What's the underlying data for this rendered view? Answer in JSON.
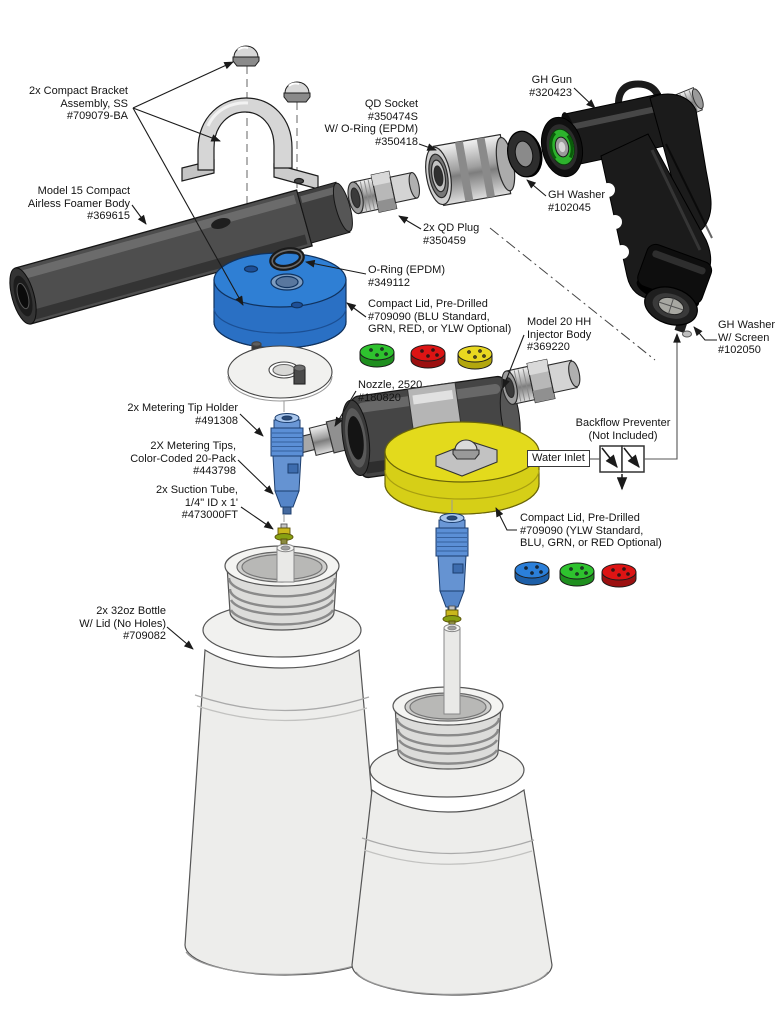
{
  "diagram": {
    "title": "Airless foamer exploded parts diagram",
    "labels": {
      "bracket": {
        "text": "2x Compact Bracket\nAssembly, SS\n#709079-BA"
      },
      "foamer_body": {
        "text": "Model 15 Compact\nAirless Foamer Body\n#369615"
      },
      "qd_socket": {
        "text": "QD Socket\n#350474S\nW/ O-Ring (EPDM)\n#350418"
      },
      "gh_gun": {
        "text": "GH Gun\n#320423"
      },
      "gh_washer": {
        "text": "GH Washer\n#102045"
      },
      "qd_plug": {
        "text": "2x QD Plug\n#350459"
      },
      "o_ring": {
        "text": "O-Ring (EPDM)\n#349112"
      },
      "compact_lid_blu": {
        "text": "Compact Lid, Pre-Drilled\n#709090 (BLU Standard,\nGRN, RED, or YLW Optional)"
      },
      "injector_body": {
        "text": "Model 20 HH\nInjector Body\n#369220"
      },
      "nozzle": {
        "text": "Nozzle, 2520\n#180820"
      },
      "metering_tip_holder": {
        "text": "2x Metering Tip Holder\n#491308"
      },
      "metering_tips": {
        "text": "2X Metering Tips,\nColor-Coded 20-Pack\n#443798"
      },
      "suction_tube": {
        "text": "2x Suction Tube,\n1/4\" ID x 1'\n#473000FT"
      },
      "gh_washer_screen": {
        "text": "GH Washer\nW/ Screen\n#102050"
      },
      "backflow": {
        "text": "Backflow Preventer\n(Not Included)"
      },
      "water_inlet": {
        "text": "Water Inlet"
      },
      "compact_lid_ylw": {
        "text": "Compact Lid, Pre-Drilled\n#709090 (YLW Standard,\nBLU, GRN, or RED Optional)"
      },
      "bottle": {
        "text": "2x 32oz Bottle\nW/ Lid (No Holes)\n#709082"
      }
    },
    "colors": {
      "lid_blue": "#2f7fd4",
      "lid_yellow": "#e3da1c",
      "gun_green_ring": "#2db32d",
      "mini_green": "#2ec22e",
      "mini_red": "#dd1414",
      "mini_yellow": "#e8d820",
      "mini_blue": "#2b7fd9",
      "holder_blue": "#5b8fd6"
    }
  }
}
